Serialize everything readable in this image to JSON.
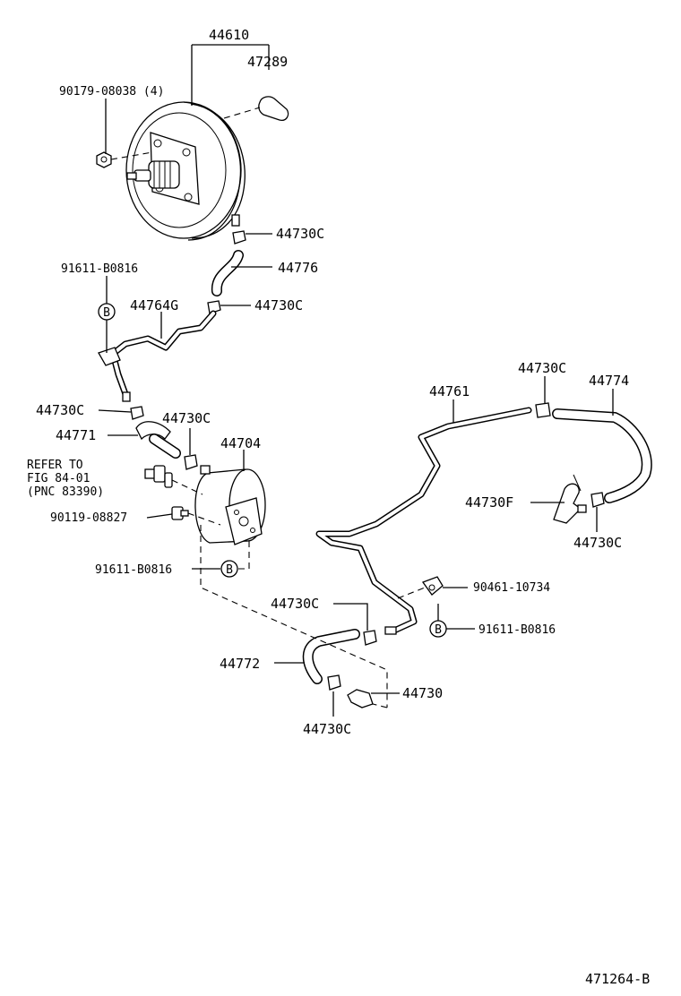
{
  "labels": {
    "p44610": "44610",
    "p47289": "47289",
    "p90179": "90179-08038 (4)",
    "p44730c_1": "44730C",
    "p44776": "44776",
    "p91611_1": "91611-B0816",
    "p44764g": "44764G",
    "p44730c_2": "44730C",
    "p44730c_3": "44730C",
    "p44730c_4": "44730C",
    "p44771": "44771",
    "p44704": "44704",
    "refer_1": "REFER TO",
    "refer_2": "FIG 84-01",
    "refer_3": "(PNC 83390)",
    "p90119": "90119-08827",
    "p91611_2": "91611-B0816",
    "p44730c_5": "44730C",
    "p44772": "44772",
    "p44730": "44730",
    "p44730c_6": "44730C",
    "p44761": "44761",
    "p44730c_7": "44730C",
    "p44774": "44774",
    "p44730f": "44730F",
    "p44730c_8": "44730C",
    "p90461": "90461-10734",
    "p91611_3": "91611-B0816",
    "b_marker": "B",
    "figure_id": "471264-B"
  }
}
